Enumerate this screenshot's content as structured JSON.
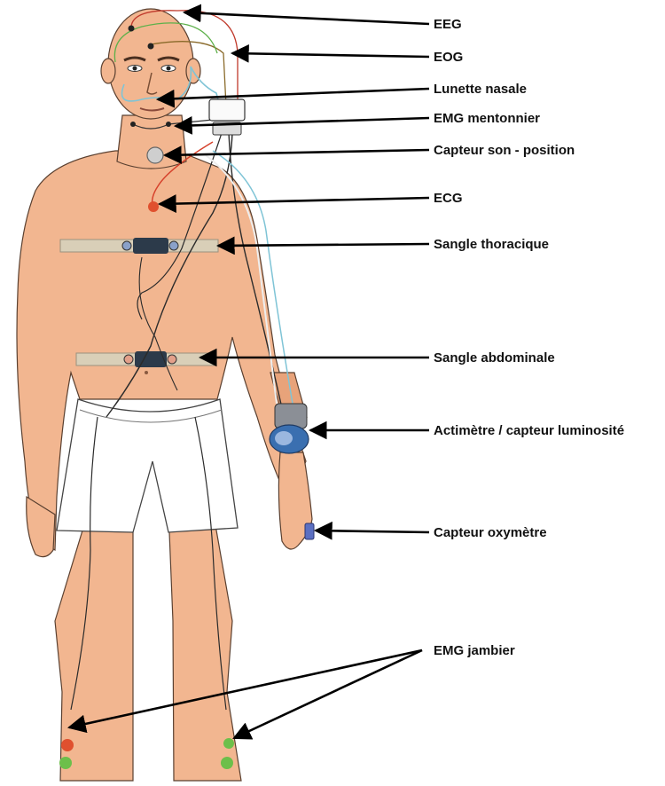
{
  "labels": {
    "eeg": "EEG",
    "eog": "EOG",
    "lunette": "Lunette nasale",
    "emg_menton": "EMG mentonnier",
    "son_position": "Capteur son - position",
    "ecg": "ECG",
    "sangle_thor": "Sangle thoracique",
    "sangle_abdo": "Sangle abdominale",
    "actimetre": "Actimètre / capteur luminosité",
    "oxymetre": "Capteur oxymètre",
    "emg_jambier": "EMG jambier"
  },
  "colors": {
    "skin": "#f2b690",
    "belt": "#d9cfb8",
    "wire_dark": "#2b2b2b",
    "wire_blue": "#7fc4d6",
    "wire_red": "#d6412b",
    "wire_green": "#5db04a",
    "electrode_red": "#e0502e",
    "electrode_green": "#6cbf4a",
    "device_blue": "#3a6fb0"
  }
}
